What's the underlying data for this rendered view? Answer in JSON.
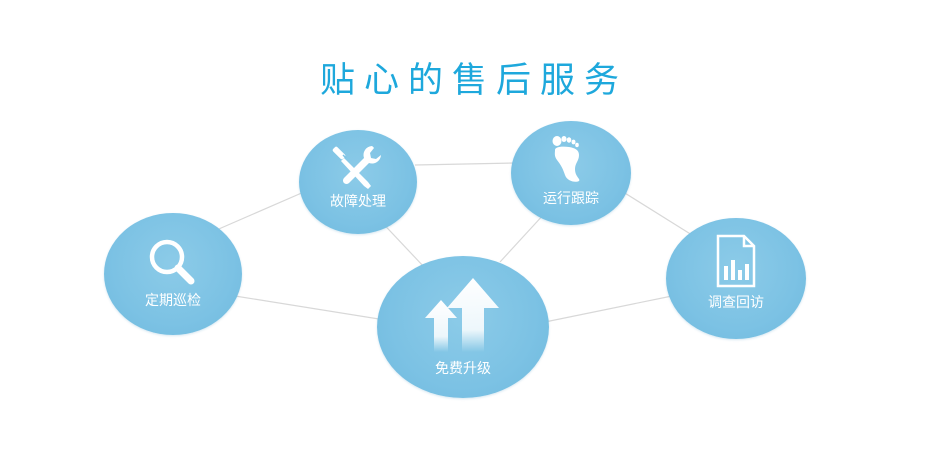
{
  "title": "贴心的售后服务",
  "nodes": {
    "repair": {
      "label": "故障处理",
      "icon": "tools-icon"
    },
    "track": {
      "label": "运行跟踪",
      "icon": "footprint-icon"
    },
    "inspect": {
      "label": "定期巡检",
      "icon": "magnifier-icon"
    },
    "survey": {
      "label": "调查回访",
      "icon": "report-chart-icon"
    },
    "upgrade": {
      "label": "免费升级",
      "icon": "up-arrows-icon"
    }
  },
  "colors": {
    "title": "#1ea8dc",
    "node": "#7cc2e4",
    "connector": "#d8d8d8",
    "label": "#ffffff"
  }
}
